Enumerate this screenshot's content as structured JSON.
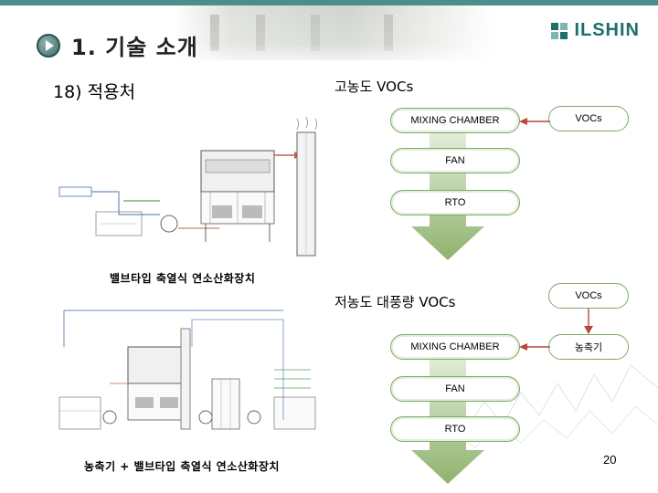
{
  "header": {
    "title": "1. 기술 소개",
    "logo_text": "ILSHIN"
  },
  "subtitle": "18) 적용처",
  "section1": {
    "heading": "고농도 VOCs",
    "flow": [
      "MIXING CHAMBER",
      "FAN",
      "RTO"
    ],
    "side_label": "VOCs",
    "caption": "밸브타입 축열식 연소산화장치"
  },
  "section2": {
    "heading": "저농도 대풍량 VOCs",
    "flow": [
      "MIXING CHAMBER",
      "FAN",
      "RTO"
    ],
    "side_labels": [
      "VOCs",
      "농축기"
    ],
    "caption": "농축기 + 밸브타입 축열식 연소산화장치"
  },
  "page_number": "20",
  "colors": {
    "accent": "#4a8f8a",
    "box_border": "#7fa96b",
    "arrow": "#a3c185",
    "connector": "#b5473e"
  }
}
